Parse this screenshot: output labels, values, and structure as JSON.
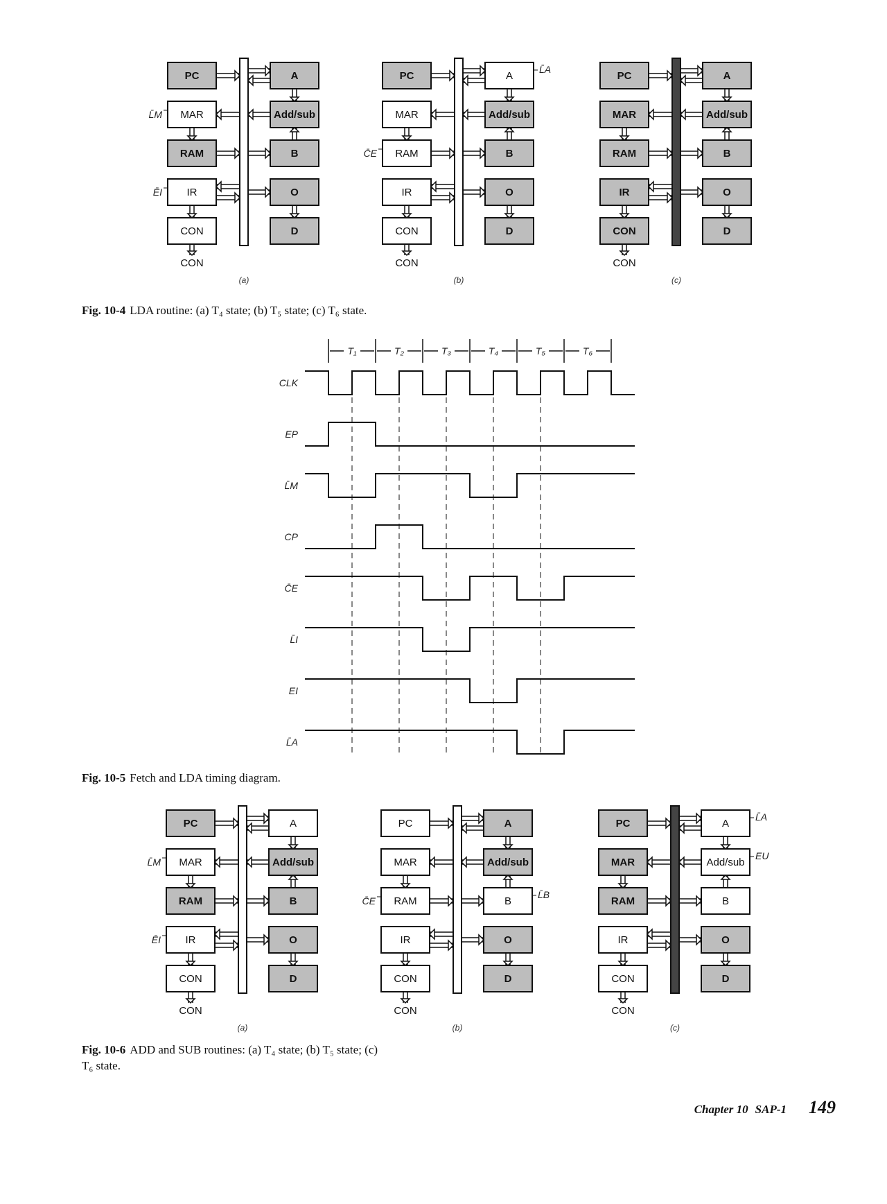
{
  "fig4": {
    "caption_num": "Fig. 10-4",
    "caption_text": "LDA routine: (a) T₄ state; (b) T₅ state; (c) T₆ state.",
    "panels": [
      {
        "label": "(a)",
        "shaded": [
          "PC",
          "RAM",
          "A",
          "Add/sub",
          "B",
          "O",
          "D"
        ],
        "control": [
          {
            "block": "MAR",
            "text": "L̄M"
          },
          {
            "block": "IR",
            "text": "ĒI"
          }
        ]
      },
      {
        "label": "(b)",
        "shaded": [
          "PC",
          "Add/sub",
          "B",
          "O",
          "D"
        ],
        "control": [
          {
            "block": "A",
            "text": "L̄A"
          },
          {
            "block": "RAM",
            "text": "C̄E"
          }
        ]
      },
      {
        "label": "(c)",
        "shaded": [
          "PC",
          "MAR",
          "RAM",
          "IR",
          "CON",
          "A",
          "Add/sub",
          "B",
          "O",
          "D"
        ],
        "control": []
      }
    ]
  },
  "fig5": {
    "caption_num": "Fig. 10-5",
    "caption_text": "Fetch and LDA timing diagram.",
    "states": [
      "T₁",
      "T₂",
      "T₃",
      "T₄",
      "T₅",
      "T₆"
    ],
    "signals": [
      {
        "name": "CLK",
        "kind": "clock"
      },
      {
        "name": "EP",
        "kind": "level",
        "low_level": 0,
        "active_high": true,
        "active": [
          [
            0,
            1
          ]
        ]
      },
      {
        "name": "L̄M",
        "kind": "level",
        "active_high": false,
        "active": [
          [
            0,
            1
          ],
          [
            3,
            4
          ]
        ]
      },
      {
        "name": "CP",
        "kind": "level",
        "active_high": true,
        "active": [
          [
            1,
            2
          ]
        ]
      },
      {
        "name": "C̄E",
        "kind": "level",
        "active_high": false,
        "active": [
          [
            2,
            3
          ],
          [
            4,
            5
          ]
        ]
      },
      {
        "name": "L̄I",
        "kind": "level",
        "active_high": false,
        "active": [
          [
            2,
            3
          ]
        ]
      },
      {
        "name": "EI",
        "kind": "level",
        "active_high": false,
        "active": [
          [
            3,
            4
          ]
        ]
      },
      {
        "name": "L̄A",
        "kind": "level",
        "active_high": false,
        "active": [
          [
            4,
            5
          ]
        ]
      }
    ]
  },
  "fig6": {
    "caption_num": "Fig. 10-6",
    "caption_line1": "ADD and SUB routines: (a) T₄ state; (b) T₅ state; (c)",
    "caption_line2": "T₆ state.",
    "panels": [
      {
        "label": "(a)",
        "shaded": [
          "PC",
          "RAM",
          "Add/sub",
          "B",
          "O",
          "D"
        ],
        "control": [
          {
            "block": "MAR",
            "text": "L̄M"
          },
          {
            "block": "IR",
            "text": "ĒI"
          }
        ]
      },
      {
        "label": "(b)",
        "shaded": [
          "A",
          "Add/sub",
          "O",
          "D"
        ],
        "control": [
          {
            "block": "B",
            "text": "L̄B"
          },
          {
            "block": "RAM",
            "text": "C̄E"
          }
        ]
      },
      {
        "label": "(c)",
        "shaded": [
          "PC",
          "MAR",
          "RAM",
          "O",
          "D"
        ],
        "control": [
          {
            "block": "A",
            "text": "L̄A"
          },
          {
            "block": "Add/sub",
            "text": "EU"
          }
        ]
      }
    ]
  },
  "blocks_left": [
    "PC",
    "MAR",
    "RAM",
    "IR",
    "CON"
  ],
  "blocks_right": [
    "A",
    "Add/sub",
    "B",
    "O",
    "D"
  ],
  "con_out": "CON",
  "footer": {
    "chapter": "Chapter 10",
    "section": "SAP-1",
    "page": "149"
  },
  "colors": {
    "shade": "#bdbdbd",
    "line": "#111111"
  }
}
